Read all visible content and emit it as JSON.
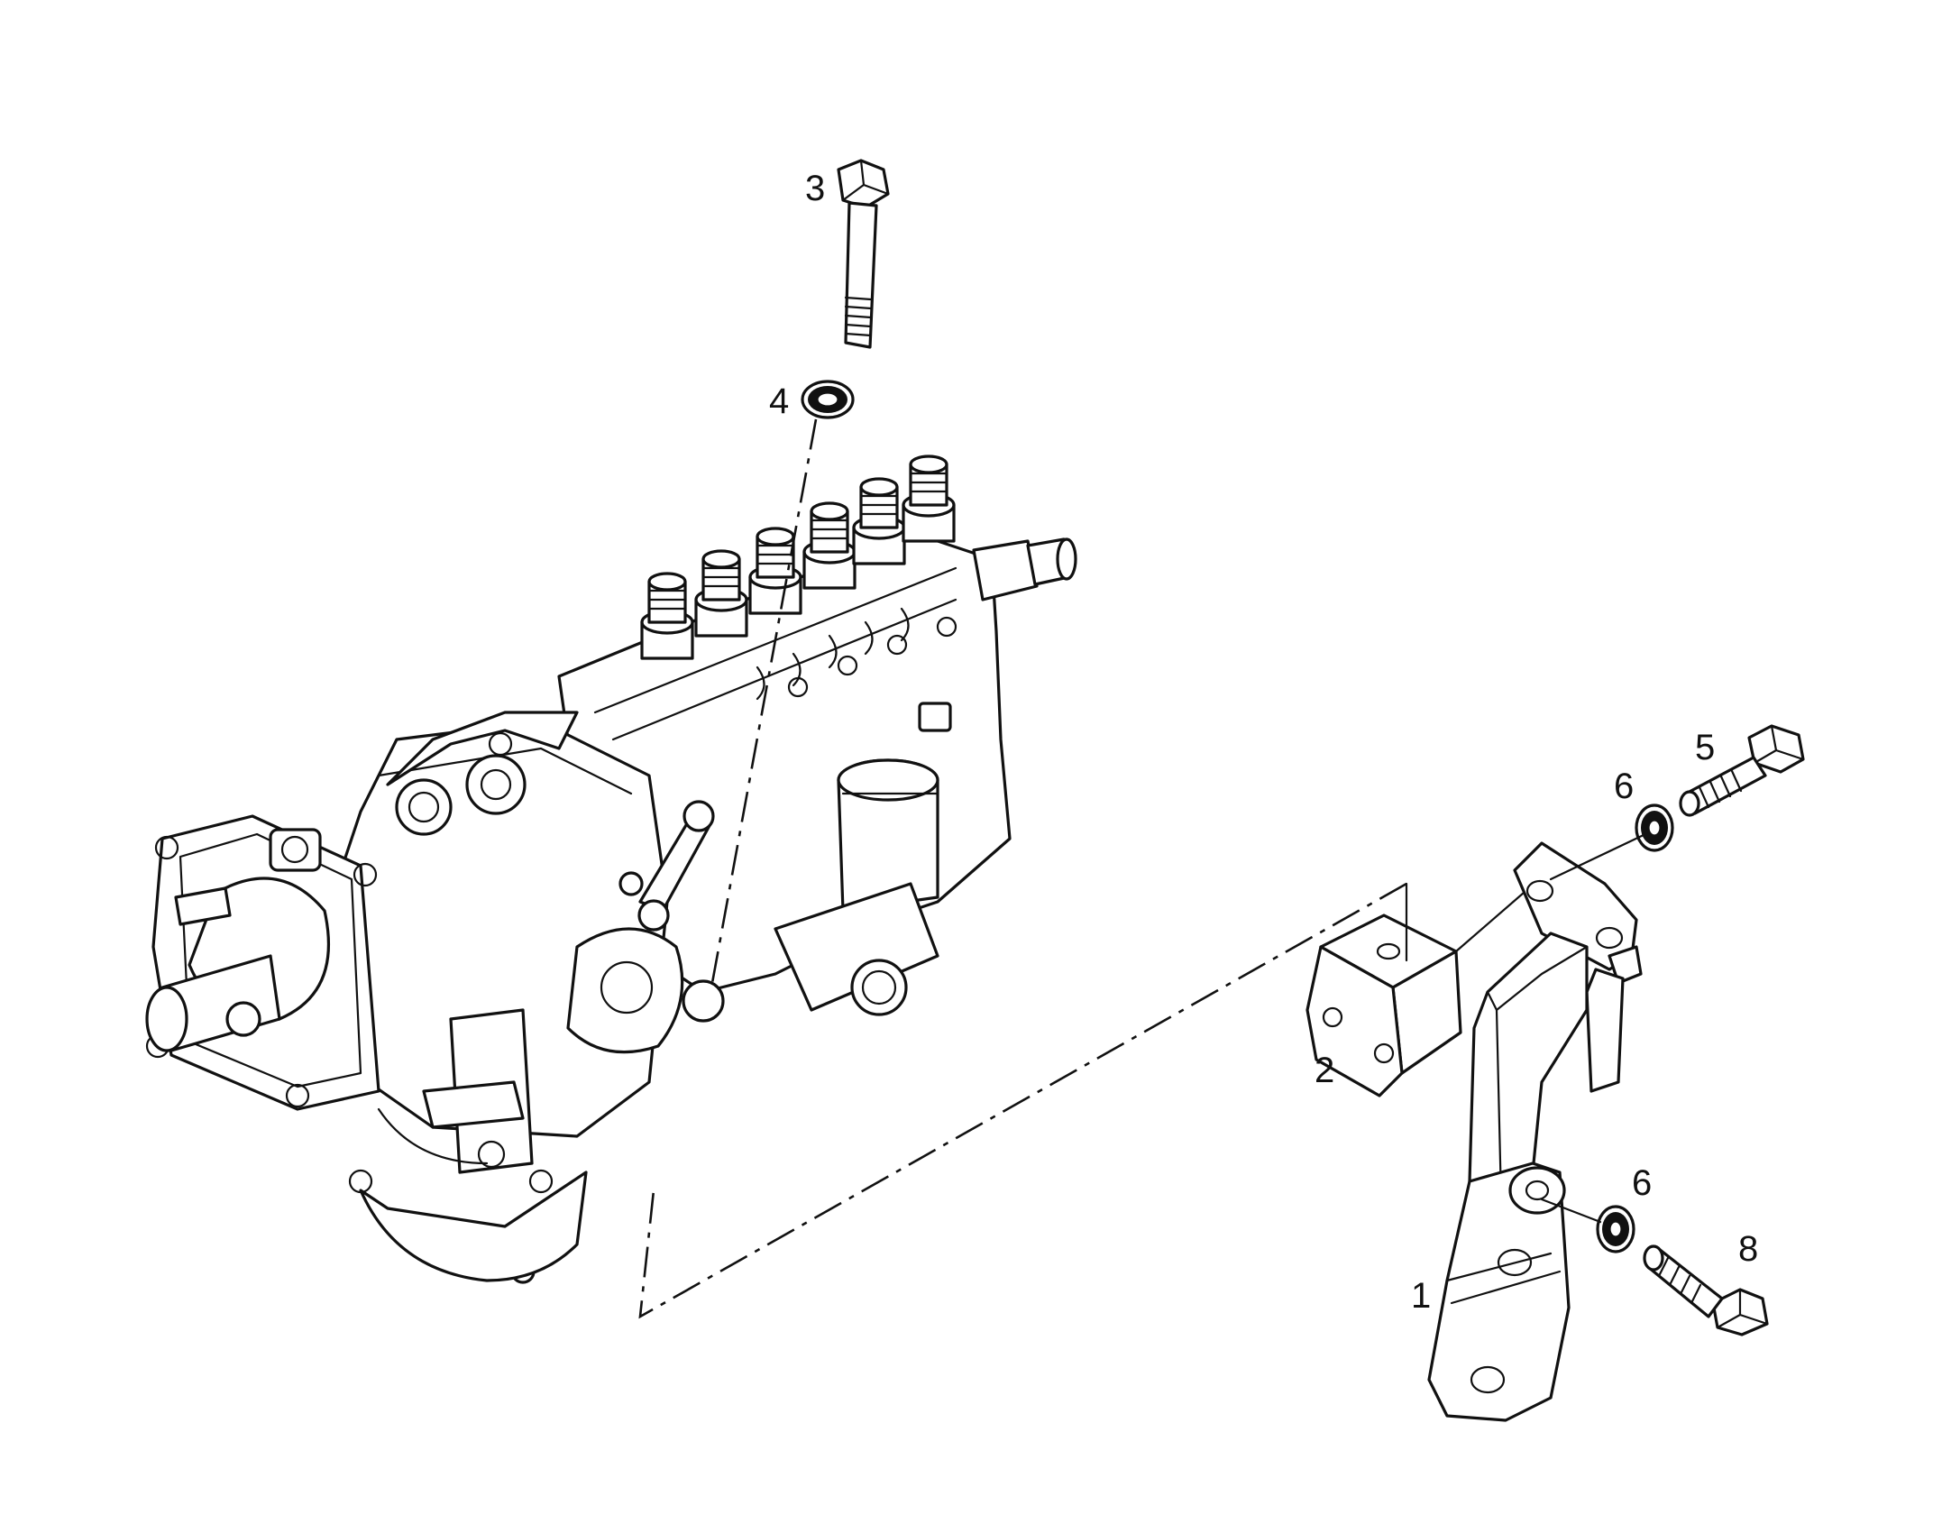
{
  "diagram": {
    "type": "exploded-parts-view",
    "callouts": [
      {
        "id": "c1",
        "label": "1"
      },
      {
        "id": "c2",
        "label": "2"
      },
      {
        "id": "c3",
        "label": "3"
      },
      {
        "id": "c4",
        "label": "4"
      },
      {
        "id": "c5",
        "label": "5"
      },
      {
        "id": "c6a",
        "label": "6"
      },
      {
        "id": "c6b",
        "label": "6"
      },
      {
        "id": "c8",
        "label": "8"
      }
    ]
  }
}
